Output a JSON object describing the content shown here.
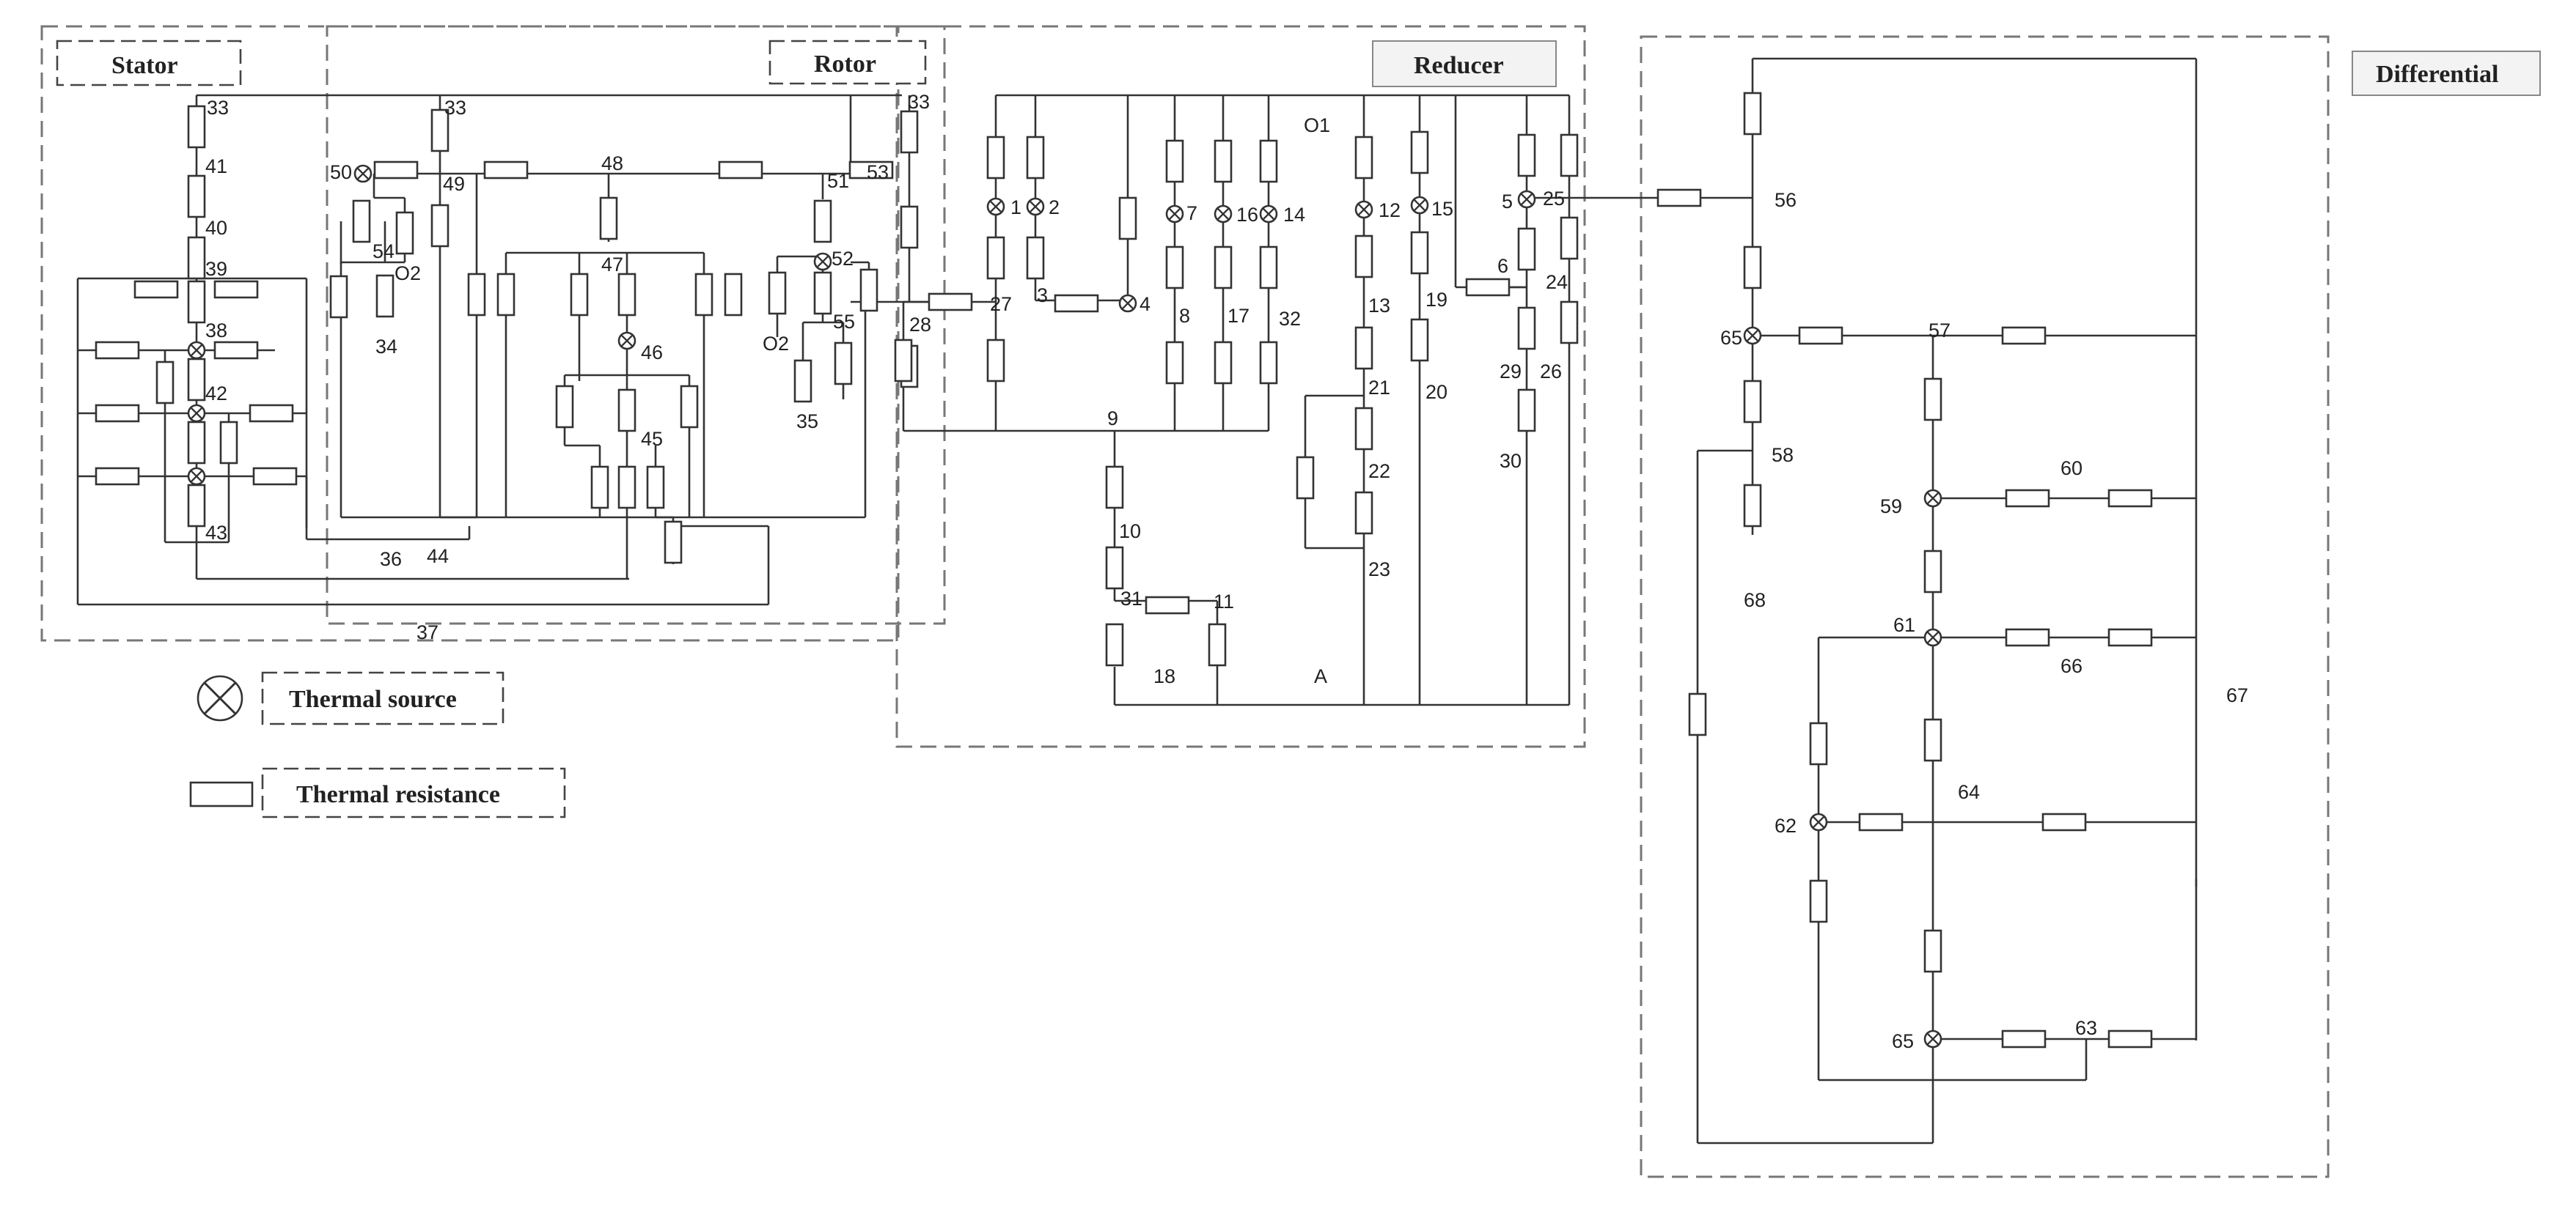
{
  "regions": {
    "stator": "Stator",
    "rotor": "Rotor",
    "reducer": "Reducer",
    "differential": "Differential"
  },
  "legend": {
    "source_label": "Thermal source",
    "resistance_label": "Thermal  resistance"
  },
  "node_labels": [
    "1",
    "2",
    "3",
    "4",
    "5",
    "6",
    "7",
    "8",
    "9",
    "10",
    "11",
    "12",
    "13",
    "14",
    "15",
    "16",
    "17",
    "18",
    "19",
    "20",
    "21",
    "22",
    "23",
    "24",
    "25",
    "26",
    "27",
    "28",
    "29",
    "30",
    "31",
    "32",
    "33",
    "34",
    "35",
    "36",
    "37",
    "38",
    "39",
    "40",
    "41",
    "42",
    "43",
    "44",
    "45",
    "46",
    "47",
    "48",
    "49",
    "50",
    "51",
    "52",
    "53",
    "54",
    "55",
    "56",
    "57",
    "58",
    "59",
    "60",
    "61",
    "62",
    "63",
    "64",
    "65",
    "66",
    "67",
    "68",
    "O1",
    "O2",
    "A"
  ],
  "colors": {
    "line": "#333333",
    "frame": "#777777",
    "background": "#ffffff"
  }
}
